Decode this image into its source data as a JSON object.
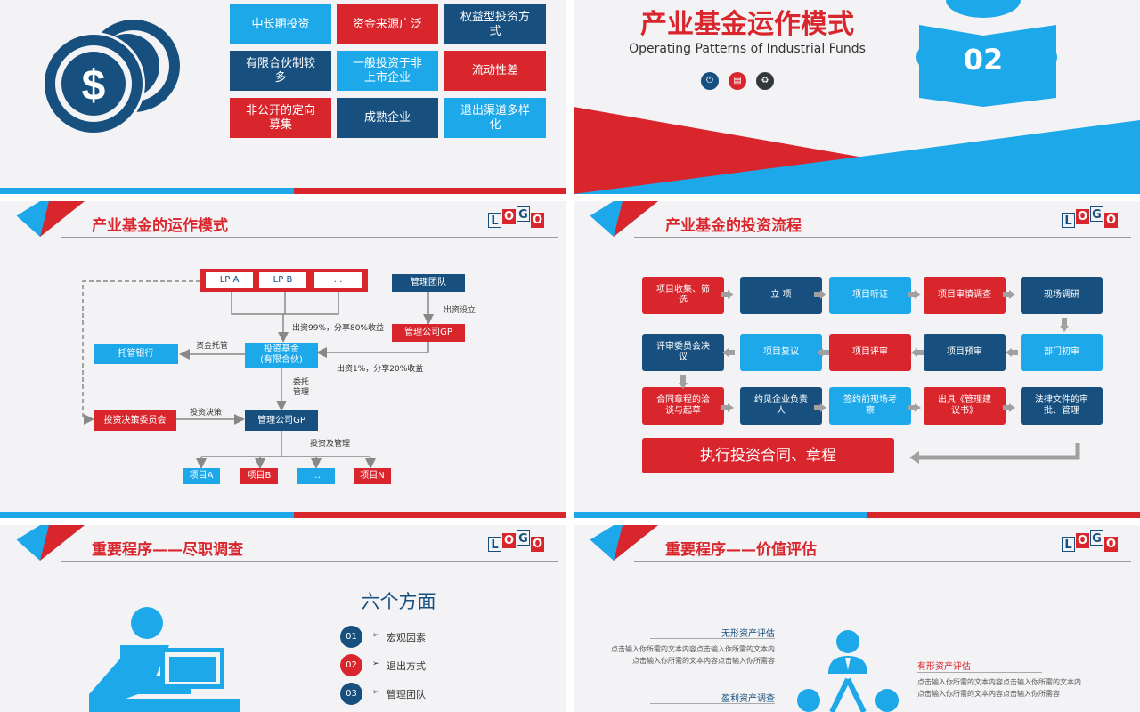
{
  "slide1": {
    "features": [
      {
        "label": "中长期投资",
        "color": "#1da8ea"
      },
      {
        "label": "资金来源广泛",
        "color": "#d9262d"
      },
      {
        "label": "权益型投资方式",
        "color": "#17507f"
      },
      {
        "label": "有限合伙制较多",
        "color": "#17507f"
      },
      {
        "label": "一般投资于非上市企业",
        "color": "#1da8ea"
      },
      {
        "label": "流动性差",
        "color": "#d9262d"
      },
      {
        "label": "非公开的定向募集",
        "color": "#d9262d"
      },
      {
        "label": "成熟企业",
        "color": "#17507f"
      },
      {
        "label": "退出渠道多样化",
        "color": "#1da8ea"
      }
    ]
  },
  "slide2": {
    "title": "产业基金运作模式",
    "subtitle": "Operating Patterns of Industrial Funds",
    "number": "02"
  },
  "slide3": {
    "title": "产业基金的运作模式",
    "logo": [
      "L",
      "O",
      "G",
      "O"
    ],
    "lps": [
      "LP A",
      "LP B",
      "…"
    ],
    "mgmt_team": "管理团队",
    "setup_label": "出资设立",
    "gp_top": "管理公司GP",
    "lp_contrib": "出资99%，分享80%收益",
    "gp_contrib": "出资1%，分享20%收益",
    "custody_label": "资金托管",
    "bank": "托管银行",
    "fund": "投资基金\n(有限合伙)",
    "entrust": "委托\n管理",
    "committee": "投资决策委员会",
    "decision_label": "投资决策",
    "gp_bottom": "管理公司GP",
    "invest_manage": "投资及管理",
    "projects": [
      "项目A",
      "项目B",
      "…",
      "项目N"
    ]
  },
  "slide4": {
    "title": "产业基金的投资流程",
    "row1": [
      {
        "label": "项目收集、筛选",
        "color": "#d9262d"
      },
      {
        "label": "立 项",
        "color": "#17507f"
      },
      {
        "label": "项目听证",
        "color": "#1da8ea"
      },
      {
        "label": "项目审慎调查",
        "color": "#d9262d"
      },
      {
        "label": "现场调研",
        "color": "#17507f"
      }
    ],
    "row2": [
      {
        "label": "评审委员会决议",
        "color": "#17507f"
      },
      {
        "label": "项目复议",
        "color": "#1da8ea"
      },
      {
        "label": "项目评审",
        "color": "#d9262d"
      },
      {
        "label": "项目预审",
        "color": "#17507f"
      },
      {
        "label": "部门初审",
        "color": "#1da8ea"
      }
    ],
    "row3": [
      {
        "label": "合同章程的洽谈与起草",
        "color": "#d9262d"
      },
      {
        "label": "约见企业负责人",
        "color": "#17507f"
      },
      {
        "label": "签约前现场考察",
        "color": "#1da8ea"
      },
      {
        "label": "出具《管理建议书》",
        "color": "#d9262d"
      },
      {
        "label": "法律文件的审批、管理",
        "color": "#17507f"
      }
    ],
    "final": "执行投资合同、章程"
  },
  "slide5": {
    "title": "重要程序——尽职调查",
    "heading": "六个方面",
    "items": [
      {
        "num": "01",
        "label": "宏观因素",
        "color": "#17507f"
      },
      {
        "num": "02",
        "label": "退出方式",
        "color": "#d9262d"
      },
      {
        "num": "03",
        "label": "管理团队",
        "color": "#17507f"
      }
    ]
  },
  "slide6": {
    "title": "重要程序——价值评估",
    "left_items": [
      {
        "heading": "无形资产评估",
        "text1": "点击输入你所需的文本内容点击输入你所需的文本内",
        "text2": "点击输入你所需的文本内容点击输入你所需容"
      },
      {
        "heading": "盈利资产调查"
      }
    ],
    "right_items": [
      {
        "heading": "有形资产评估",
        "text1": "点击输入你所需的文本内容点击输入你所需的文本内",
        "text2": "点击输入你所需的文本内容点击输入你所需容"
      }
    ]
  },
  "colors": {
    "blue": "#1da8ea",
    "red": "#d9262d",
    "navy": "#17507f",
    "gray": "#9a9a9a"
  }
}
